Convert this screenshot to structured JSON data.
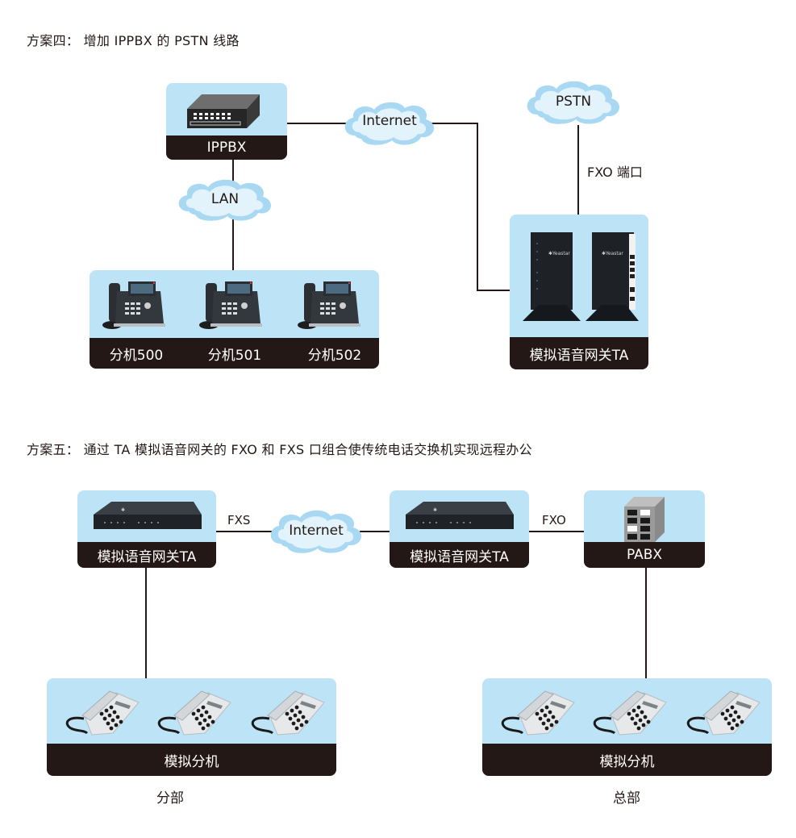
{
  "scheme4": {
    "title": "方案四： 增加 IPPBX 的 PSTN 线路",
    "ippbx": {
      "label": "IPPBX",
      "icon": "ippbx-device-icon"
    },
    "internet_cloud": "Internet",
    "pstn_cloud": "PSTN",
    "lan_cloud": "LAN",
    "fxo_port_label": "FXO 端口",
    "gateway": {
      "label": "模拟语音网关TA",
      "icon": "voice-gateway-tower-icon"
    },
    "extensions": [
      {
        "label": "分机500",
        "icon": "ip-phone-icon"
      },
      {
        "label": "分机501",
        "icon": "ip-phone-icon"
      },
      {
        "label": "分机502",
        "icon": "ip-phone-icon"
      }
    ]
  },
  "scheme5": {
    "title": "方案五： 通过 TA 模拟语音网关的 FXO 和 FXS 口组合使传统电话交换机实现远程办公",
    "branch_gateway": {
      "label": "模拟语音网关TA",
      "icon": "voice-gateway-flat-icon"
    },
    "hq_gateway": {
      "label": "模拟语音网关TA",
      "icon": "voice-gateway-flat-icon"
    },
    "pabx": {
      "label": "PABX",
      "icon": "pabx-server-icon"
    },
    "internet_cloud": "Internet",
    "fxs_label": "FXS",
    "fxo_label": "FXO",
    "branch_phones": {
      "label": "模拟分机",
      "count": 3,
      "caption": "分部"
    },
    "hq_phones": {
      "label": "模拟分机",
      "count": 3,
      "caption": "总部"
    }
  },
  "colors": {
    "card_bg": "#bde3f6",
    "label_bg": "#231815",
    "line": "#231815",
    "cloud_outer": "#a9d8f3",
    "cloud_inner": "#e3f3fc"
  }
}
